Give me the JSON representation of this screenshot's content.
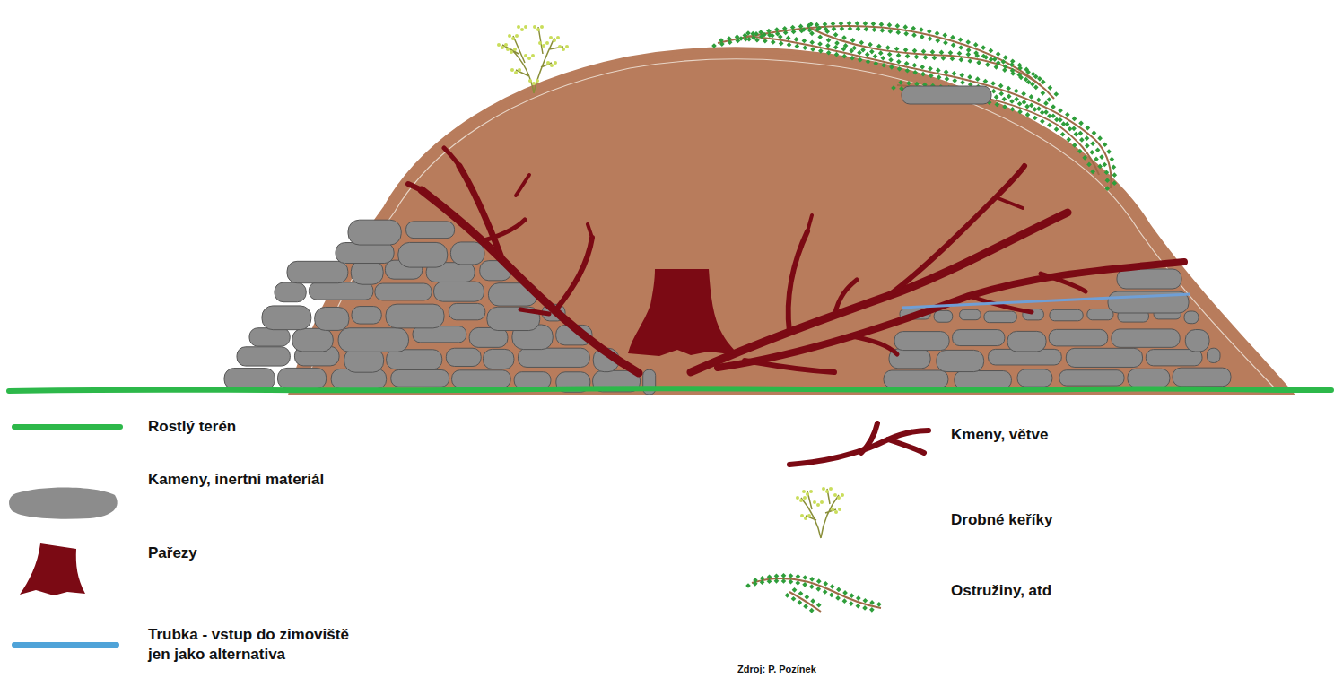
{
  "diagram": {
    "labels": [
      "Zdroj: P. Pozínek"
    ],
    "legend": [
      {
        "text": "Rostlý terén"
      },
      {
        "text": "Kameny, inertní materiál"
      },
      {
        "text": "Pařezy"
      },
      {
        "text": "Trubka - vstup do zimoviště jen jako alternativa"
      },
      {
        "text": "Kmeny, větve"
      },
      {
        "text": "Drobné keříky"
      },
      {
        "text": "Ostružiny, atd"
      }
    ]
  }
}
